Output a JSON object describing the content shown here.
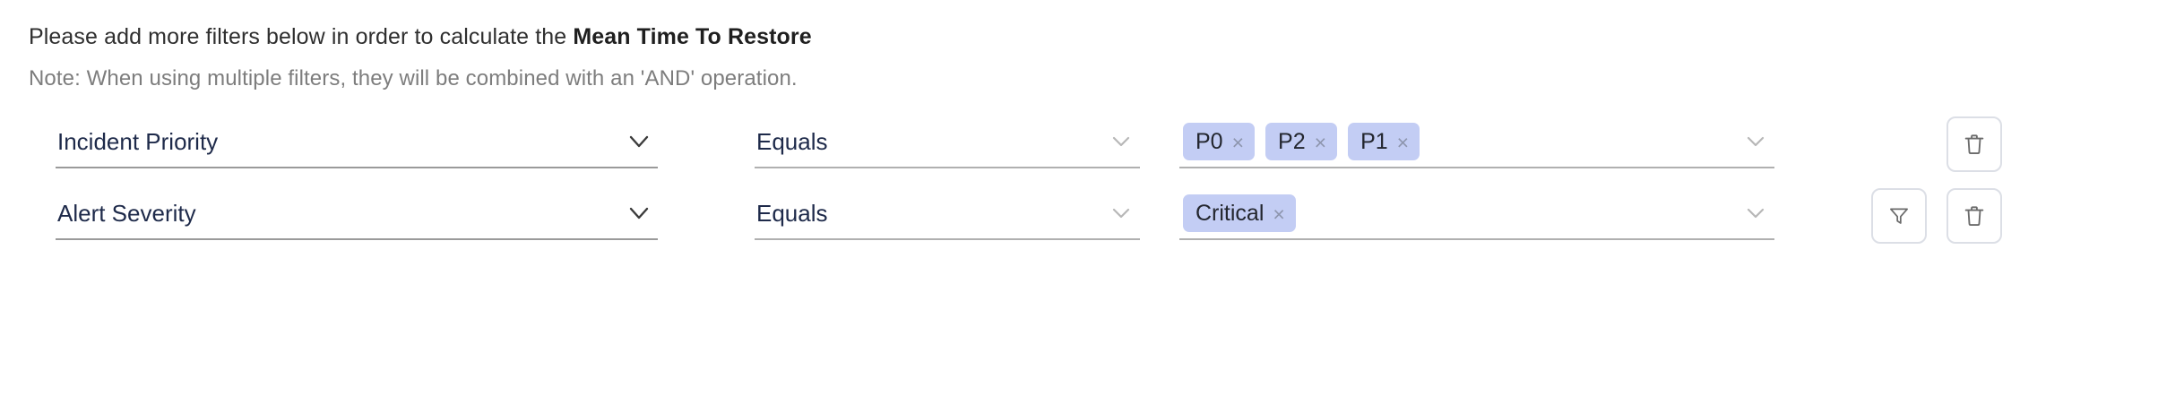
{
  "header": {
    "instruction_prefix": "Please add more filters below in order to calculate the ",
    "metric_name": "Mean Time To Restore",
    "note": "Note: When using multiple filters, they will be combined with an 'AND' operation."
  },
  "colors": {
    "chip_bg": "#c3cdf4",
    "chip_text": "#23262e",
    "select_text": "#1e2a4a",
    "note_text": "#7d7d7d",
    "underline": "#9a9a9a",
    "button_border": "#dcdfe6"
  },
  "filters": [
    {
      "field": "Incident Priority",
      "operator": "Equals",
      "values": [
        "P0",
        "P2",
        "P1"
      ],
      "actions": [
        "delete"
      ]
    },
    {
      "field": "Alert Severity",
      "operator": "Equals",
      "values": [
        "Critical"
      ],
      "actions": [
        "filter",
        "delete"
      ]
    }
  ],
  "icons": {
    "chevron_down": "chevron-down-icon",
    "chip_remove": "×",
    "delete": "trash-icon",
    "filter": "funnel-icon"
  }
}
